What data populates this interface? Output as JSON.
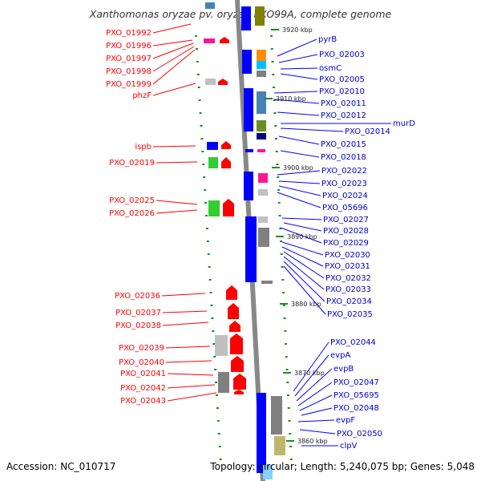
{
  "header": {
    "title": "Xanthomonas oryzae pv. oryzae PXO99A, complete genome"
  },
  "footer": {
    "accession": "Accession: NC_010717",
    "summary": "Topology: circular; Length: 5,240,075 bp; Genes: 5,048"
  },
  "colors": {
    "forward": "#ff0000",
    "reverse": "#0000ff",
    "backbone": "#888888",
    "tick": "#228b22"
  },
  "scale_ticks": [
    "3920 kbp",
    "3910 kbp",
    "3900 kbp",
    "3890 kbp",
    "3880 kbp",
    "3870 kbp",
    "3860 kbp"
  ],
  "left_labels": [
    "PXO_01992",
    "PXO_01996",
    "PXO_01997",
    "PXO_01998",
    "PXO_01999",
    "phzF",
    "ispb",
    "PXO_02019",
    "PXO_02025",
    "PXO_02026",
    "PXO_02036",
    "PXO_02037",
    "PXO_02038",
    "PXO_02039",
    "PXO_02040",
    "PXO_02041",
    "PXO_02042",
    "PXO_02043"
  ],
  "right_labels": [
    "pyrB",
    "PXO_02003",
    "osmC",
    "PXO_02005",
    "PXO_02010",
    "PXO_02011",
    "PXO_02012",
    "murD",
    "PXO_02014",
    "PXO_02015",
    "PXO_02018",
    "PXO_02022",
    "PXO_02023",
    "PXO_02024",
    "PXO_05696",
    "PXO_02027",
    "PXO_02028",
    "PXO_02029",
    "PXO_02030",
    "PXO_02031",
    "PXO_02032",
    "PXO_02033",
    "PXO_02034",
    "PXO_02035",
    "PXO_02044",
    "evpA",
    "evpB",
    "PXO_02047",
    "PXO_05695",
    "PXO_02048",
    "evpF",
    "PXO_02050",
    "clpV"
  ]
}
